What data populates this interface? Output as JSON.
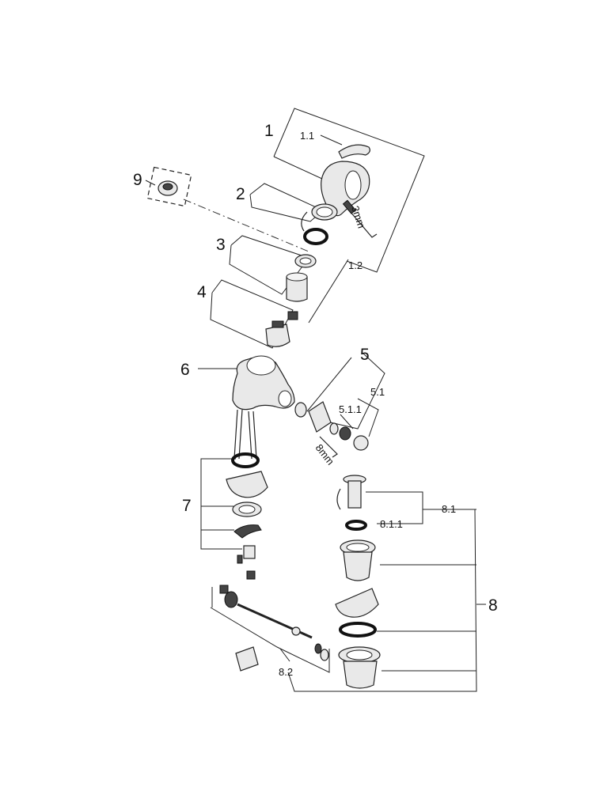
{
  "labels": {
    "n1": "1",
    "n1_1": "1.1",
    "n1_2": "1.2",
    "n2": "2",
    "n3": "3",
    "n4": "4",
    "n5": "5",
    "n5_1": "5.1",
    "n5_1_1": "5.1.1",
    "n6": "6",
    "n7": "7",
    "n8": "8",
    "n8_1": "8.1",
    "n8_1_1": "8.1.1",
    "n8_2": "8.2",
    "n9": "9",
    "tool_3mm": "3mm",
    "tool_8mm": "8mm"
  }
}
